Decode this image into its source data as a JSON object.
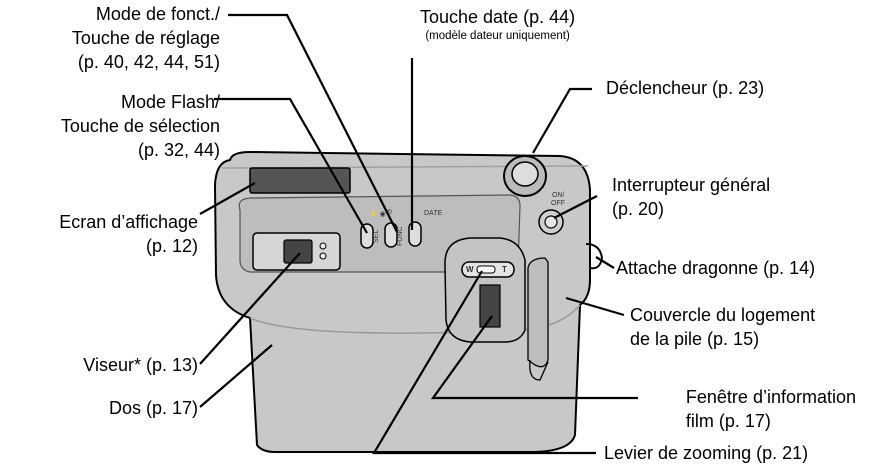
{
  "diagram": {
    "labels": {
      "mode_fonct": {
        "lines": [
          "Mode de fonct./",
          "Touche de réglage",
          "(p. 40, 42, 44, 51)"
        ]
      },
      "touche_date": {
        "line": "Touche date (p. 44)",
        "note": "(modèle dateur uniquement)"
      },
      "mode_flash": {
        "lines": [
          "Mode Flash/",
          "Touche de sélection",
          "(p. 32, 44)"
        ]
      },
      "declencheur": {
        "line": "Déclencheur (p. 23)"
      },
      "interrupteur": {
        "lines": [
          "Interrupteur général",
          "(p. 20)"
        ]
      },
      "ecran": {
        "lines": [
          "Ecran d’affichage",
          "(p. 12)"
        ]
      },
      "attache": {
        "line": "Attache dragonne (p. 14)"
      },
      "couvercle": {
        "lines": [
          "Couvercle du logement",
          "de la pile (p. 15)"
        ]
      },
      "viseur": {
        "line": "Viseur* (p. 13)"
      },
      "dos": {
        "line": "Dos (p. 17)"
      },
      "fenetre": {
        "lines": [
          "Fenêtre d’information",
          "film (p. 17)"
        ]
      },
      "levier": {
        "line": "Levier de zooming (p. 21)"
      }
    },
    "camera_markings": {
      "on_off": [
        "ON/",
        "OFF"
      ],
      "date": "DATE",
      "sel": "SEL",
      "func": "FUNC",
      "zoom_w": "W",
      "zoom_t": "T"
    }
  }
}
